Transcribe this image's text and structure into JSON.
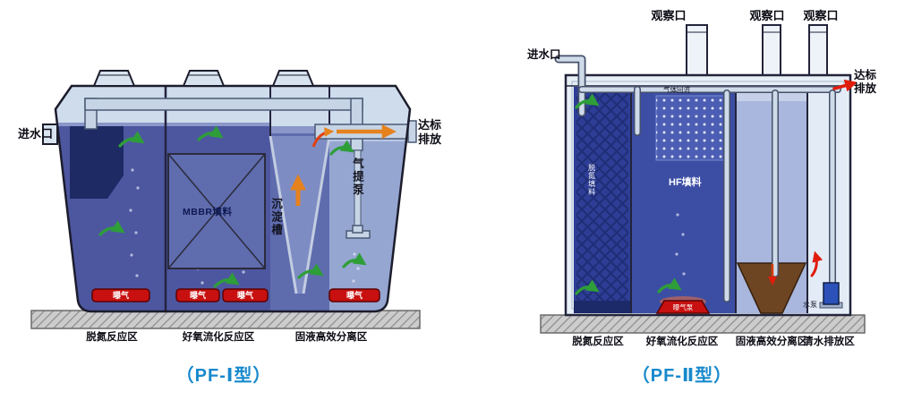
{
  "colors": {
    "title_blue": "#1789cc",
    "liquid_dark": "#4d57a0",
    "liquid_mid": "#5e6cae",
    "liquid_light": "#95a6d1",
    "tank_pale": "#cfdcec",
    "aeration_red": "#c81010",
    "arrow_green": "#2e9e38",
    "arrow_orange": "#e5821e",
    "funnel_brown": "#6e4523"
  },
  "left_diagram": {
    "title": "（PF-Ⅰ型）",
    "inlet": "进水口",
    "outlet": "达标\n排放",
    "mbbr": "MBBR填料",
    "settling": "沉淀槽",
    "airlift": "气提泵",
    "aeration": [
      "曝气",
      "曝气",
      "曝气",
      "曝气"
    ],
    "zones": [
      "脱氮反应区",
      "好氧流化反应区",
      "固液高效分离区"
    ]
  },
  "right_diagram": {
    "title": "（PF-Ⅱ型）",
    "observation_ports": [
      "观察口",
      "观察口",
      "观察口"
    ],
    "inlet": "进水口",
    "outlet": "达标\n排放",
    "gas_return": "气体回流",
    "hf_media": "HF填料",
    "denitrify_media": "脱氮填料",
    "aeration_pump": "曝气泵",
    "water_pump": "水泵",
    "zones": [
      "脱氮反应区",
      "好氧流化反应区",
      "固液高效分离区",
      "清水排放区"
    ]
  }
}
